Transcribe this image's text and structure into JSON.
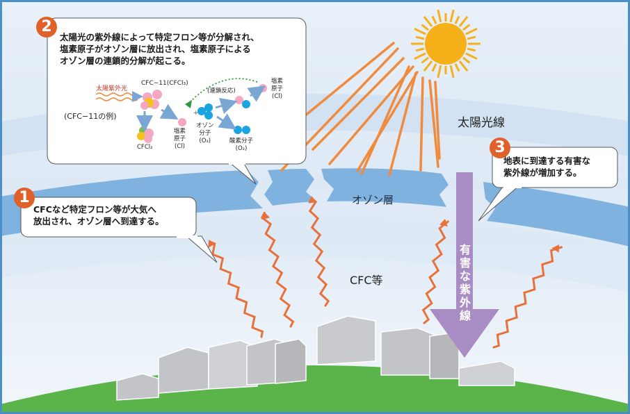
{
  "labels": {
    "sunlight": "太陽光線",
    "ozone_layer": "オゾン層",
    "cfc": "CFC等",
    "harmful_uv_arrow": "有害な紫外線"
  },
  "steps": [
    {
      "number": "1",
      "text": "CFCなど特定フロン等が大気へ\n放出され、オゾン層へ到達する。"
    },
    {
      "number": "2",
      "text": "太陽光の紫外線によって特定フロン等が分解され、\n塩素原子がオゾン層に放出され、塩素原子による\nオゾン層の連鎖的分解が起こる。"
    },
    {
      "number": "3",
      "text": "地表に到達する有害な\n紫外線が増加する。"
    }
  ],
  "inset": {
    "uv_label": "太陽紫外光",
    "cfc11_label": "CFC−11(CFCl₃)",
    "example_label": "(CFC−11の例)",
    "cfcl2_label": "CFCl₂",
    "chlorine_label": "塩素\n原子\n(Cl)",
    "chain_label": "(連鎖反応)",
    "ozone_label": "オゾン\n分子\n(O₃)",
    "oxygen_label": "酸素分子\n(O₂)",
    "chlorine_label_2": "塩素\n原子\n(Cl)"
  },
  "colors": {
    "frame": "#4a8fc8",
    "sky_top": "#e4eef8",
    "ozone": "#7fb2de",
    "sun": "#f6b019",
    "ray": "#f08a3c",
    "wave": "#e8703a",
    "uv_arrow": "#a98cc4",
    "ground": "#5ab44a",
    "building": "#c3c4c8",
    "badge": "#e0622a"
  }
}
